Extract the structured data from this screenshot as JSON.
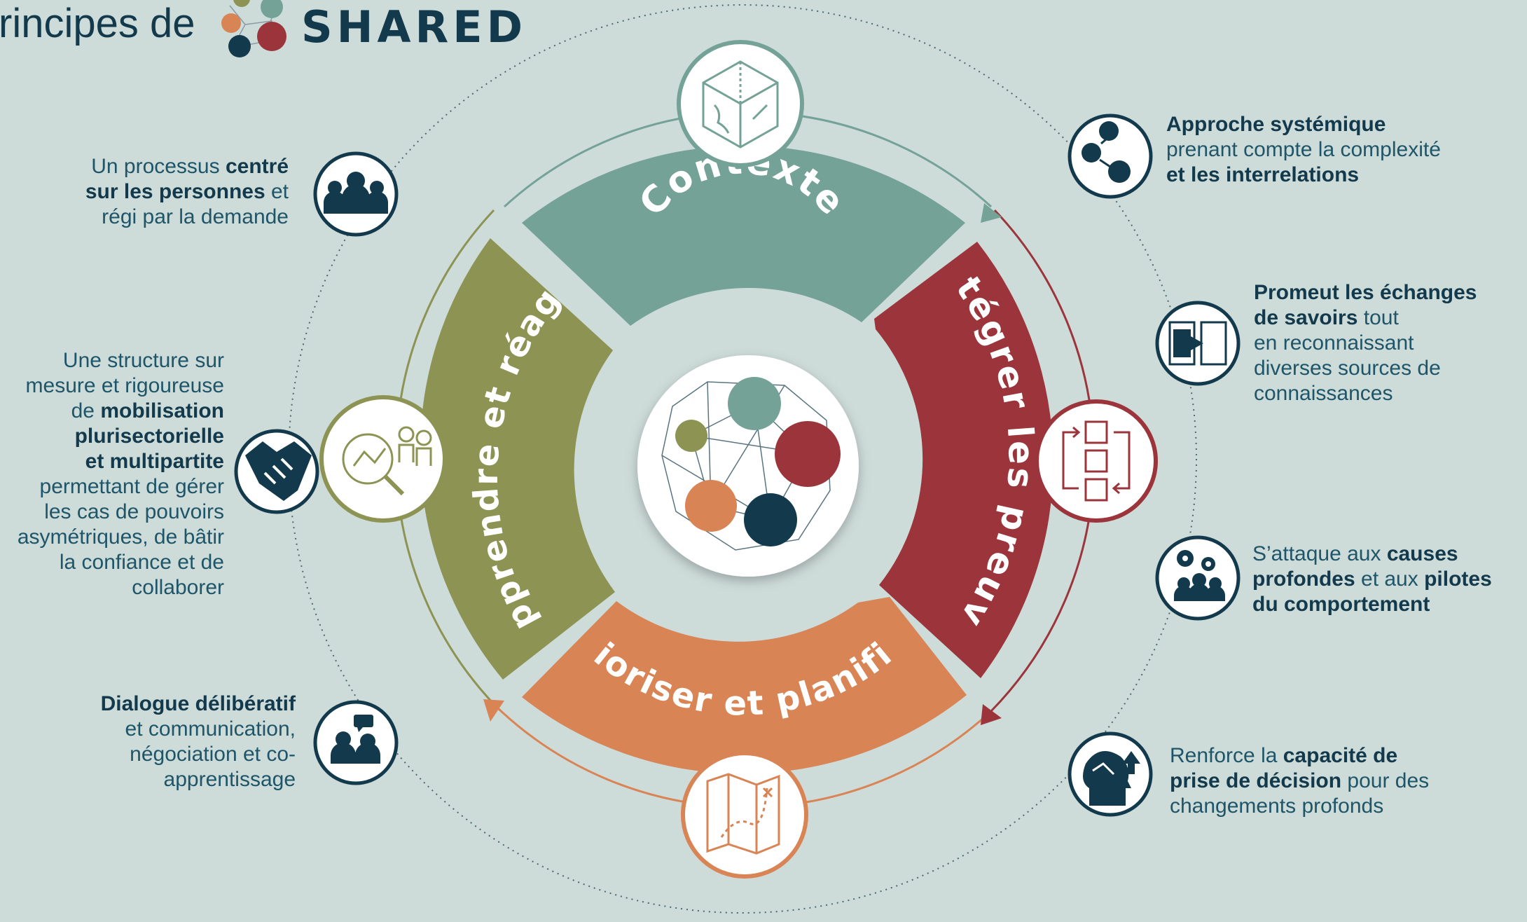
{
  "header": {
    "title": "rincipes de",
    "brand": "SHARED"
  },
  "colors": {
    "background": "#cddbd9",
    "navy": "#133a4c",
    "teal": "#75a297",
    "red": "#9b353b",
    "orange": "#d98455",
    "olive": "#8c9353"
  },
  "cycle": {
    "contexte": "Contexte",
    "integrer": "Intégrer les preuves",
    "prioriser": "Prioriser et planifier",
    "apprendre": "Apprendre et réagir"
  },
  "principles": {
    "p1": {
      "a": "Un processus ",
      "b": "centré",
      "c": "sur les personnes",
      "d": " et",
      "e": "régi par la demande"
    },
    "p2": {
      "a": "Une structure sur",
      "b": "mesure et rigoureuse",
      "c": "de ",
      "d": "mobilisation",
      "e": "plurisectorielle",
      "f": "et multipartite",
      "g": "permettant  de gérer",
      "h": "les cas de pouvoirs",
      "i": "asymétriques, de bâtir",
      "j": "la confiance et de",
      "k": "collaborer"
    },
    "p3": {
      "a": "Dialogue délibératif",
      "b": "et communication,",
      "c": "négociation et co-",
      "d": "apprentissage"
    },
    "p4": {
      "a": "Approche systémique",
      "b": "prenant compte la complexité",
      "c": "et les interrelations"
    },
    "p5": {
      "a": "Promeut les échanges",
      "b": "de savoirs",
      "c": " tout",
      "d": "en reconnaissant",
      "e": "diverses sources de",
      "f": "connaissances"
    },
    "p6": {
      "a": "S’attaque aux ",
      "b": "causes",
      "c": "profondes",
      "d": " et aux  ",
      "e": "pilotes",
      "f": "du comportement"
    },
    "p7": {
      "a": "Renforce la ",
      "b": "capacité de",
      "c": "prise de décision",
      "d": " pour des",
      "e": "changements profonds"
    }
  },
  "icons": {
    "logo": "shared-network-logo",
    "center": "shared-network-hub",
    "contexte": "cube-map-icon",
    "integrer": "evidence-cycle-icon",
    "prioriser": "treasure-map-icon",
    "apprendre": "magnifier-chart-people-icon",
    "p1": "people-group-icon",
    "p2": "handshake-icon",
    "p3": "dialogue-people-icon",
    "p4": "connected-people-icon",
    "p5": "open-book-icon",
    "p6": "gears-team-icon",
    "p7": "head-decision-icon"
  }
}
